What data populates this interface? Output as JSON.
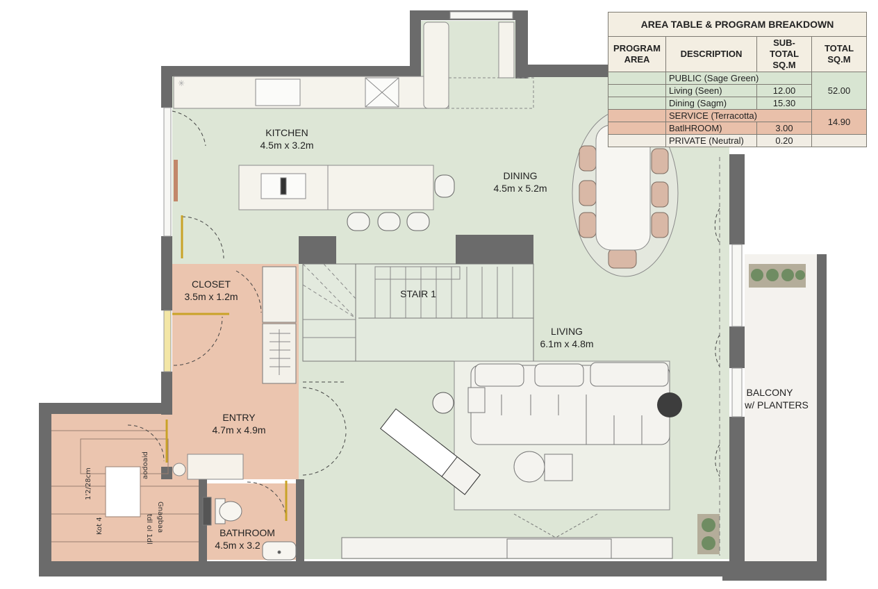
{
  "rooms": {
    "kitchen": {
      "name": "KITCHEN",
      "dims": "4.5m x 3.2m"
    },
    "dining": {
      "name": "DINING",
      "dims": "4.5m x 5.2m"
    },
    "closet": {
      "name": "CLOSET",
      "dims": "3.5m x 1.2m"
    },
    "stair": {
      "name": "STAIR 1"
    },
    "living": {
      "name": "LIVING",
      "dims": "6.1m x 4.8m"
    },
    "entry": {
      "name": "ENTRY",
      "dims": "4.7m x 4.9m"
    },
    "bathroom": {
      "name": "BATHROOM",
      "dims": "4.5m x 3.2"
    },
    "balcony": {
      "name": "BALCONY",
      "sub": "w/ PLANTERS"
    }
  },
  "stair_notes": {
    "note_a": "1'2/28cm",
    "note_b": "Kot 4",
    "note_c": "tdl ol 1dl",
    "note_d": "Gnagbaa",
    "note_e": "aodoaid"
  },
  "area_table": {
    "title": "AREA TABLE & PROGRAM BREAKDOWN",
    "headers": [
      "PROGRAM AREA",
      "DESCRIPTION",
      "SUB-TOTAL SQ.M",
      "TOTAL SQ.M"
    ],
    "public_label": "PUBLIC (Sage Green)",
    "living": {
      "desc": "Living (Seen)",
      "sub": "12.00"
    },
    "dining": {
      "desc": "Dining (Sagm)",
      "sub": "15.30"
    },
    "public_total": "52.00",
    "service_label": "SERVICE (Terracotta)",
    "bathroom": {
      "desc": "BatlHROOM)",
      "sub": "3.00"
    },
    "service_total": "14.90",
    "private_label": "PRIVATE (Neutral)",
    "private_sub": "0.20"
  },
  "colors": {
    "public": "#dde6d6",
    "service": "#ebc5af",
    "wall": "#6b6b6b",
    "private": "#f1ede4"
  }
}
